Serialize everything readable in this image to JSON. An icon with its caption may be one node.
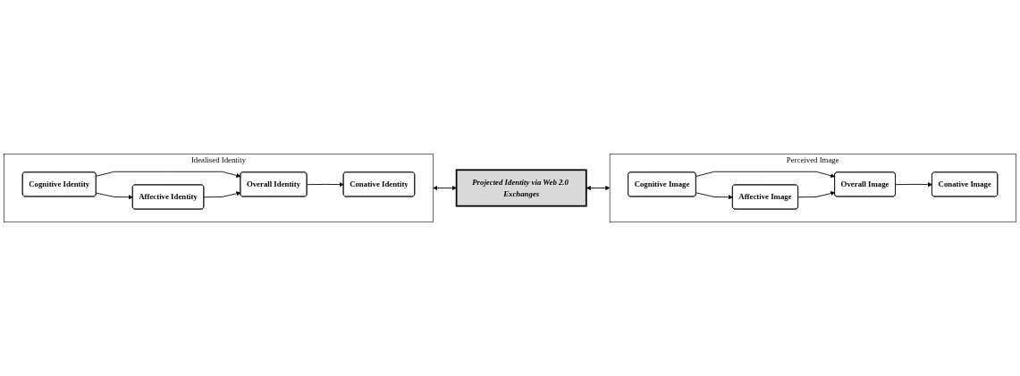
{
  "diagram": {
    "nodes": [
      {
        "text": [
          "Idealised Identity"
        ]
      },
      {
        "text": [
          "Cognitive Identity"
        ],
        "in": 0
      },
      {
        "text": [
          "Overall Identity"
        ],
        "in": 0
      },
      {
        "text": [
          "Conative Identity"
        ],
        "in": 0
      },
      {
        "text": [
          "Affective Identity"
        ],
        "in": 0
      },
      {
        "text": [
          "Projected Identity via Web 2.0 Exchanges"
        ]
      },
      {
        "text": [
          "Perceived Image"
        ]
      },
      {
        "text": [
          "Cognitive Image"
        ],
        "in": 6
      },
      {
        "text": [
          "Overall Image"
        ],
        "in": 6
      },
      {
        "text": [
          "Conative Image"
        ],
        "in": 6
      },
      {
        "text": [
          "Affective Image"
        ],
        "in": 6
      }
    ],
    "edges": [
      {
        "from": 1,
        "to": 2,
        "arrow": "to"
      },
      {
        "from": 1,
        "to": 4,
        "arrow": "to"
      },
      {
        "from": 4,
        "to": 2,
        "arrow": "to"
      },
      {
        "from": 2,
        "to": 3,
        "arrow": "to"
      },
      {
        "from": 0,
        "to": 5,
        "arrow": "both"
      },
      {
        "from": 5,
        "to": 6,
        "arrow": "both"
      },
      {
        "from": 7,
        "to": 8,
        "arrow": "to"
      },
      {
        "from": 7,
        "to": 10,
        "arrow": "to"
      },
      {
        "from": 10,
        "to": 8,
        "arrow": "to"
      },
      {
        "from": 8,
        "to": 9,
        "arrow": "to"
      }
    ]
  }
}
